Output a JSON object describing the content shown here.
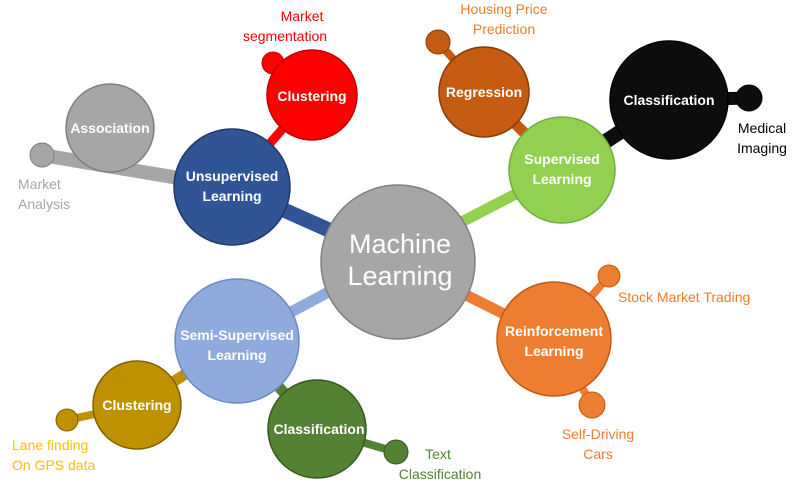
{
  "center": {
    "label_line1": "Machine",
    "label_line2": "Learning",
    "color": "#a6a6a6"
  },
  "branches": {
    "unsupervised": {
      "line1": "Unsupervised",
      "line2": "Learning",
      "color": "#2f5597"
    },
    "supervised": {
      "line1": "Supervised",
      "line2": "Learning",
      "color": "#92d050"
    },
    "semi_supervised": {
      "line1": "Semi-Supervised",
      "line2": "Learning",
      "color": "#8faadc"
    },
    "reinforcement": {
      "line1": "Reinforcement",
      "line2": "Learning",
      "color": "#ed7d31"
    }
  },
  "sub_nodes": {
    "association": {
      "label": "Association",
      "color": "#a6a6a6"
    },
    "clustering_unsup": {
      "label": "Clustering",
      "color": "#ff0000"
    },
    "regression": {
      "label": "Regression",
      "color": "#c55a11"
    },
    "classification_sup": {
      "label": "Classification",
      "color": "#0d0d0d"
    },
    "clustering_semi": {
      "label": "Clustering",
      "color": "#bf9000"
    },
    "classification_semi": {
      "label": "Classification",
      "color": "#548235"
    }
  },
  "applications": {
    "market_segmentation": {
      "line1": "Market",
      "line2": "segmentation",
      "color": "#ff0000"
    },
    "market_analysis": {
      "line1": "Market",
      "line2": "Analysis",
      "color": "#a6a6a6"
    },
    "housing_price": {
      "line1": "Housing Price",
      "line2": "Prediction",
      "color": "#ed7d31"
    },
    "medical_imaging": {
      "line1": "Medical",
      "line2": "Imaging",
      "color": "#000000"
    },
    "stock_trading": {
      "line1": "Stock Market Trading",
      "color": "#ed7d31"
    },
    "self_driving": {
      "line1": "Self-Driving",
      "line2": "Cars",
      "color": "#ed7d31"
    },
    "lane_finding": {
      "line1": "Lane finding",
      "line2": "On GPS data",
      "color": "#ffc000"
    },
    "text_classification": {
      "line1": "Text",
      "line2": "Classification",
      "color": "#548235"
    }
  }
}
